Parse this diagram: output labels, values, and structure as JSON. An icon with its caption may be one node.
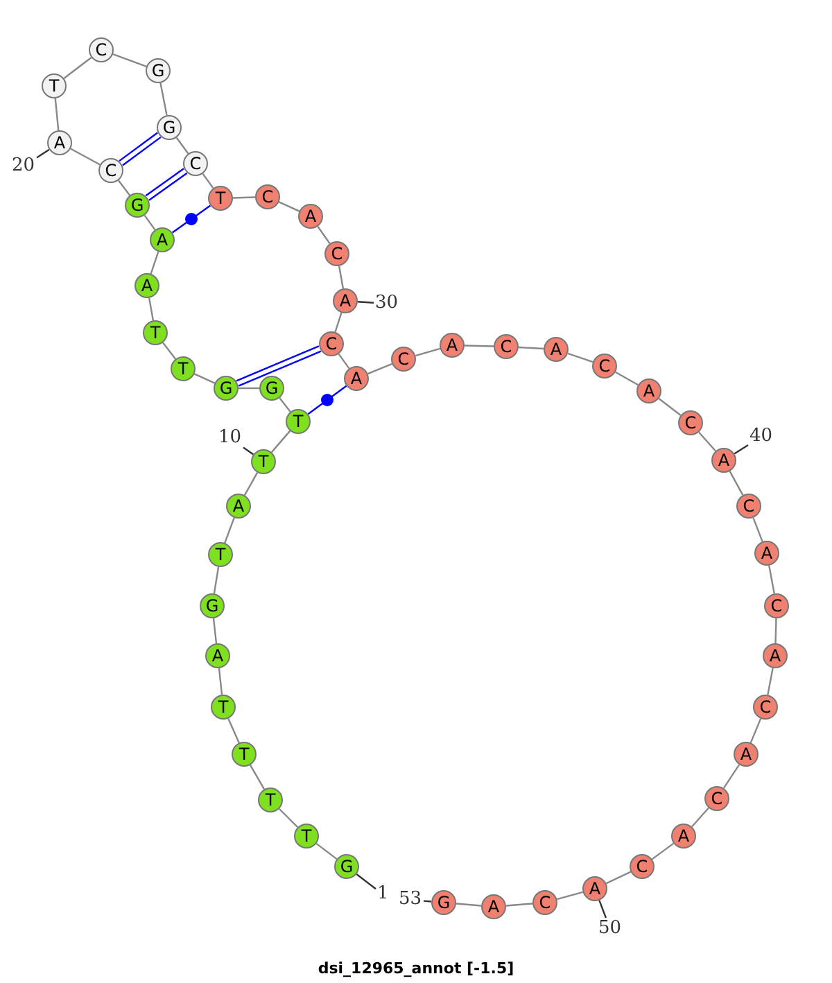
{
  "diagram": {
    "caption": "dsi_12965_annot [-1.5]",
    "nodes": [
      {
        "text": [
          "G"
        ]
      },
      {
        "text": [
          "T"
        ]
      },
      {
        "text": [
          "T"
        ]
      },
      {
        "text": [
          "T"
        ]
      },
      {
        "text": [
          "T"
        ]
      },
      {
        "text": [
          "A"
        ]
      },
      {
        "text": [
          "G"
        ]
      },
      {
        "text": [
          "T"
        ]
      },
      {
        "text": [
          "A"
        ]
      },
      {
        "text": [
          "T"
        ]
      },
      {
        "text": [
          "T"
        ]
      },
      {
        "text": [
          "G"
        ]
      },
      {
        "text": [
          "G"
        ]
      },
      {
        "text": [
          "T"
        ]
      },
      {
        "text": [
          "T"
        ]
      },
      {
        "text": [
          "A"
        ]
      },
      {
        "text": [
          "A"
        ]
      },
      {
        "text": [
          "G"
        ]
      },
      {
        "text": [
          "C"
        ]
      },
      {
        "text": [
          "A"
        ]
      },
      {
        "text": [
          "T"
        ]
      },
      {
        "text": [
          "C"
        ]
      },
      {
        "text": [
          "G"
        ]
      },
      {
        "text": [
          "G"
        ]
      },
      {
        "text": [
          "C"
        ]
      },
      {
        "text": [
          "T"
        ]
      },
      {
        "text": [
          "C"
        ]
      },
      {
        "text": [
          "A"
        ]
      },
      {
        "text": [
          "C"
        ]
      },
      {
        "text": [
          "A"
        ]
      },
      {
        "text": [
          "C"
        ]
      },
      {
        "text": [
          "A"
        ]
      },
      {
        "text": [
          "C"
        ]
      },
      {
        "text": [
          "A"
        ]
      },
      {
        "text": [
          "C"
        ]
      },
      {
        "text": [
          "A"
        ]
      },
      {
        "text": [
          "C"
        ]
      },
      {
        "text": [
          "A"
        ]
      },
      {
        "text": [
          "C"
        ]
      },
      {
        "text": [
          "A"
        ]
      },
      {
        "text": [
          "C"
        ]
      },
      {
        "text": [
          "A"
        ]
      },
      {
        "text": [
          "C"
        ]
      },
      {
        "text": [
          "A"
        ]
      },
      {
        "text": [
          "C"
        ]
      },
      {
        "text": [
          "A"
        ]
      },
      {
        "text": [
          "C"
        ]
      },
      {
        "text": [
          "A"
        ]
      },
      {
        "text": [
          "C"
        ]
      },
      {
        "text": [
          "A"
        ]
      },
      {
        "text": [
          "C"
        ]
      },
      {
        "text": [
          "A"
        ]
      },
      {
        "text": [
          "G"
        ]
      },
      {
        "text": [
          "1"
        ]
      },
      {
        "text": [
          "10"
        ]
      },
      {
        "text": [
          "20"
        ]
      },
      {
        "text": [
          "30"
        ]
      },
      {
        "text": [
          "40"
        ]
      },
      {
        "text": [
          "50"
        ]
      },
      {
        "text": [
          "53"
        ]
      }
    ],
    "edges": [
      {
        "from": 0,
        "to": 1,
        "arrow": "none"
      },
      {
        "from": 1,
        "to": 2,
        "arrow": "none"
      },
      {
        "from": 2,
        "to": 3,
        "arrow": "none"
      },
      {
        "from": 3,
        "to": 4,
        "arrow": "none"
      },
      {
        "from": 4,
        "to": 5,
        "arrow": "none"
      },
      {
        "from": 5,
        "to": 6,
        "arrow": "none"
      },
      {
        "from": 6,
        "to": 7,
        "arrow": "none"
      },
      {
        "from": 7,
        "to": 8,
        "arrow": "none"
      },
      {
        "from": 8,
        "to": 9,
        "arrow": "none"
      },
      {
        "from": 9,
        "to": 10,
        "arrow": "none"
      },
      {
        "from": 10,
        "to": 11,
        "arrow": "none"
      },
      {
        "from": 11,
        "to": 12,
        "arrow": "none"
      },
      {
        "from": 12,
        "to": 13,
        "arrow": "none"
      },
      {
        "from": 13,
        "to": 14,
        "arrow": "none"
      },
      {
        "from": 14,
        "to": 15,
        "arrow": "none"
      },
      {
        "from": 15,
        "to": 16,
        "arrow": "none"
      },
      {
        "from": 16,
        "to": 17,
        "arrow": "none"
      },
      {
        "from": 17,
        "to": 18,
        "arrow": "none"
      },
      {
        "from": 18,
        "to": 19,
        "arrow": "none"
      },
      {
        "from": 19,
        "to": 20,
        "arrow": "none"
      },
      {
        "from": 20,
        "to": 21,
        "arrow": "none"
      },
      {
        "from": 21,
        "to": 22,
        "arrow": "none"
      },
      {
        "from": 22,
        "to": 23,
        "arrow": "none"
      },
      {
        "from": 23,
        "to": 24,
        "arrow": "none"
      },
      {
        "from": 24,
        "to": 25,
        "arrow": "none"
      },
      {
        "from": 25,
        "to": 26,
        "arrow": "none"
      },
      {
        "from": 26,
        "to": 27,
        "arrow": "none"
      },
      {
        "from": 27,
        "to": 28,
        "arrow": "none"
      },
      {
        "from": 28,
        "to": 29,
        "arrow": "none"
      },
      {
        "from": 29,
        "to": 30,
        "arrow": "none"
      },
      {
        "from": 30,
        "to": 31,
        "arrow": "none"
      },
      {
        "from": 31,
        "to": 32,
        "arrow": "none"
      },
      {
        "from": 32,
        "to": 33,
        "arrow": "none"
      },
      {
        "from": 33,
        "to": 34,
        "arrow": "none"
      },
      {
        "from": 34,
        "to": 35,
        "arrow": "none"
      },
      {
        "from": 35,
        "to": 36,
        "arrow": "none"
      },
      {
        "from": 36,
        "to": 37,
        "arrow": "none"
      },
      {
        "from": 37,
        "to": 38,
        "arrow": "none"
      },
      {
        "from": 38,
        "to": 39,
        "arrow": "none"
      },
      {
        "from": 39,
        "to": 40,
        "arrow": "none"
      },
      {
        "from": 40,
        "to": 41,
        "arrow": "none"
      },
      {
        "from": 41,
        "to": 42,
        "arrow": "none"
      },
      {
        "from": 42,
        "to": 43,
        "arrow": "none"
      },
      {
        "from": 43,
        "to": 44,
        "arrow": "none"
      },
      {
        "from": 44,
        "to": 45,
        "arrow": "none"
      },
      {
        "from": 45,
        "to": 46,
        "arrow": "none"
      },
      {
        "from": 46,
        "to": 47,
        "arrow": "none"
      },
      {
        "from": 47,
        "to": 48,
        "arrow": "none"
      },
      {
        "from": 48,
        "to": 49,
        "arrow": "none"
      },
      {
        "from": 49,
        "to": 50,
        "arrow": "none"
      },
      {
        "from": 50,
        "to": 51,
        "arrow": "none"
      },
      {
        "from": 51,
        "to": 52,
        "arrow": "none"
      },
      {
        "from": 18,
        "to": 23,
        "arrow": "none",
        "color": "#0000ff"
      },
      {
        "from": 17,
        "to": 24,
        "arrow": "none",
        "color": "#0000ff"
      },
      {
        "from": 16,
        "to": 25,
        "arrow": "none",
        "color": "#0000ff"
      },
      {
        "from": 12,
        "to": 30,
        "arrow": "none",
        "color": "#0000ff"
      },
      {
        "from": 10,
        "to": 31,
        "arrow": "none",
        "color": "#0000ff"
      },
      {
        "from": 53,
        "to": 0,
        "arrow": "none",
        "color": "#333333"
      },
      {
        "from": 54,
        "to": 9,
        "arrow": "none",
        "color": "#333333"
      },
      {
        "from": 55,
        "to": 19,
        "arrow": "none",
        "color": "#333333"
      },
      {
        "from": 56,
        "to": 29,
        "arrow": "none",
        "color": "#333333"
      },
      {
        "from": 57,
        "to": 39,
        "arrow": "none",
        "color": "#333333"
      },
      {
        "from": 58,
        "to": 49,
        "arrow": "none",
        "color": "#333333"
      },
      {
        "from": 59,
        "to": 52,
        "arrow": "none",
        "color": "#333333"
      }
    ]
  }
}
